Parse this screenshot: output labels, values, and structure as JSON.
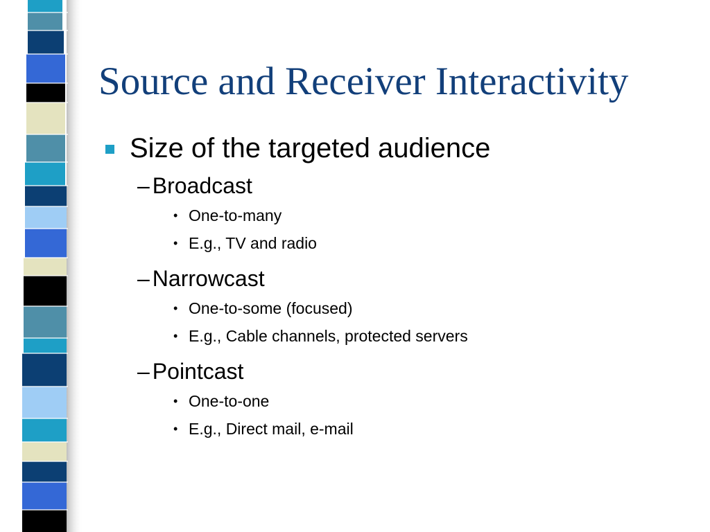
{
  "slide": {
    "title": "Source and Receiver Interactivity",
    "bullet": {
      "text": "Size of the targeted audience",
      "marker_color": "#1e9fc6",
      "subitems": [
        {
          "dash": "–",
          "label": "Broadcast",
          "points": [
            {
              "dot": "•",
              "text": "One-to-many"
            },
            {
              "dot": "•",
              "text": "E.g., TV and radio"
            }
          ]
        },
        {
          "dash": "–",
          "label": "Narrowcast",
          "points": [
            {
              "dot": "•",
              "text": "One-to-some (focused)"
            },
            {
              "dot": "•",
              "text": "E.g., Cable channels, protected servers"
            }
          ]
        },
        {
          "dash": "–",
          "label": "Pointcast",
          "points": [
            {
              "dot": "•",
              "text": "One-to-one"
            },
            {
              "dot": "•",
              "text": "E.g., Direct mail, e-mail"
            }
          ]
        }
      ]
    }
  },
  "theme": {
    "title_color": "#123f7a",
    "strip_colors": [
      "#1e9fc6",
      "#4f8fa8",
      "#0c3f73",
      "#3468d6",
      "#000000",
      "#e4e3bf",
      "#9fcdf5"
    ]
  }
}
